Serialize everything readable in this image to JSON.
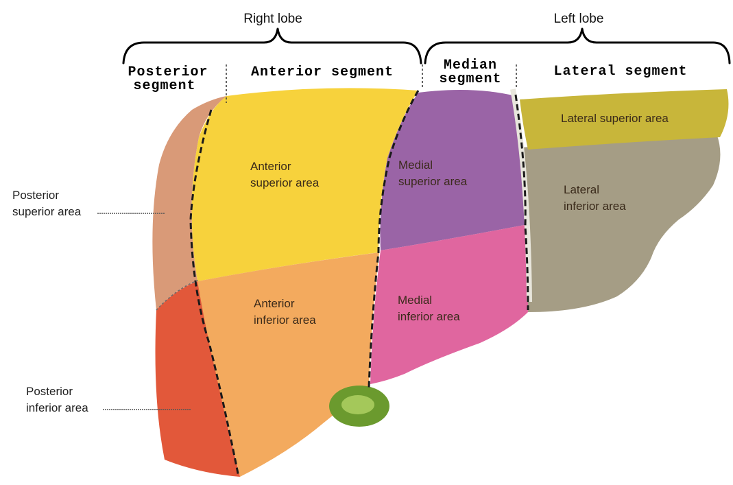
{
  "lobes": {
    "right": "Right lobe",
    "left": "Left lobe"
  },
  "segments": {
    "posterior_line1": "Posterior",
    "posterior_line2": "segment",
    "anterior": "Anterior segment",
    "median_line1": "Median",
    "median_line2": "segment",
    "lateral": "Lateral segment"
  },
  "areas": {
    "anterior_superior": [
      "Anterior",
      "superior area"
    ],
    "anterior_inferior": [
      "Anterior",
      "inferior area"
    ],
    "medial_superior": [
      "Medial",
      "superior area"
    ],
    "medial_inferior": [
      "Medial",
      "inferior area"
    ],
    "lateral_superior": "Lateral superior area",
    "lateral_inferior": [
      "Lateral",
      "inferior area"
    ]
  },
  "callouts": {
    "posterior_superior": [
      "Posterior",
      "superior area"
    ],
    "posterior_inferior": [
      "Posterior",
      "inferior area"
    ]
  },
  "colors": {
    "posterior_superior": "#d99a78",
    "posterior_inferior": "#e2583a",
    "anterior_superior": "#f7d23c",
    "anterior_inferior": "#f3aa5e",
    "medial_superior": "#9a64a6",
    "medial_inferior": "#e0669f",
    "lateral_superior": "#c8b63a",
    "lateral_inferior": "#a59d85",
    "gallbladder": "#6b9a2e"
  }
}
